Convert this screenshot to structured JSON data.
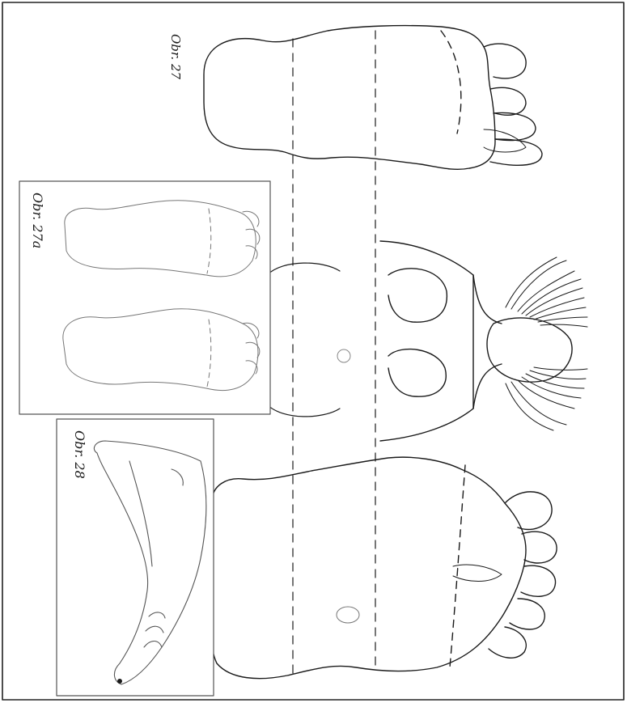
{
  "figure": {
    "labels": {
      "obr27": "Obr. 27",
      "obr27a": "Obr. 27a",
      "obr28": "Obr. 28"
    },
    "colors": {
      "ink": "#1a1a1a",
      "faint_ink": "#777777",
      "background": "#ffffff"
    }
  }
}
